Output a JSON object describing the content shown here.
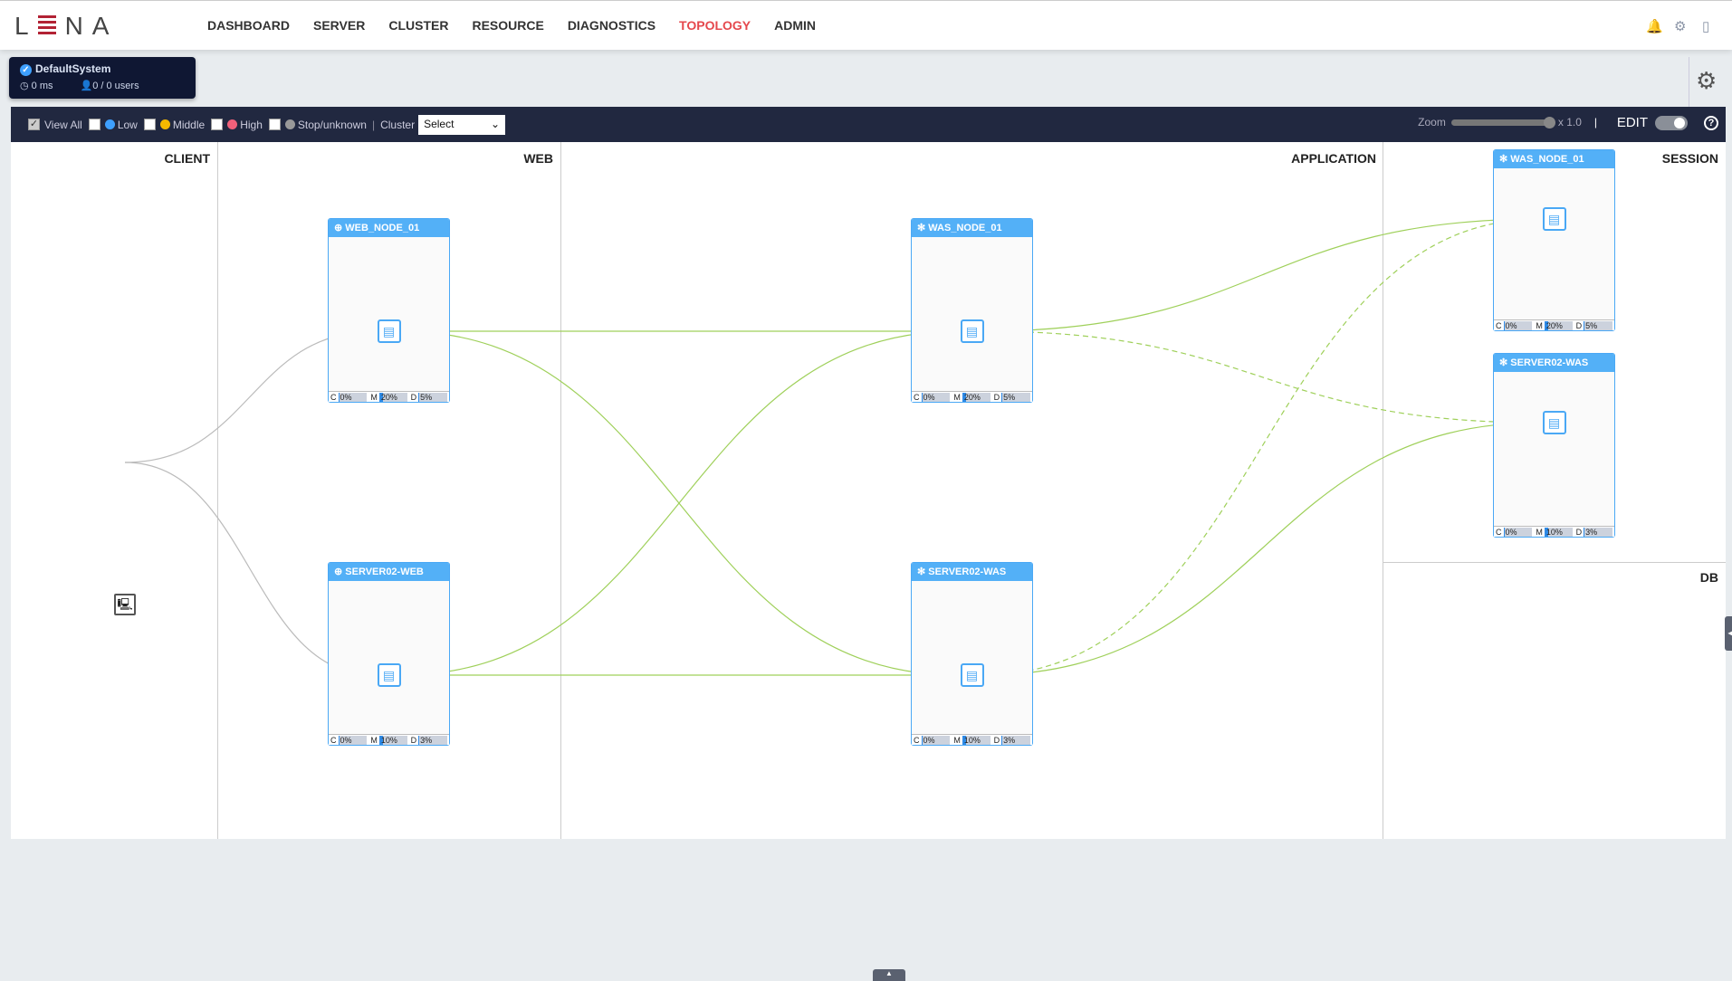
{
  "header": {
    "logo": "LENA",
    "nav": [
      "DASHBOARD",
      "SERVER",
      "CLUSTER",
      "RESOURCE",
      "DIAGNOSTICS",
      "TOPOLOGY",
      "ADMIN"
    ],
    "active": "TOPOLOGY",
    "icons": [
      "bell-icon",
      "gear-icon",
      "logout-icon"
    ]
  },
  "system": {
    "name": "DefaultSystem",
    "response": "0 ms",
    "users": "0 / 0 users"
  },
  "toolbar": {
    "view_all": "View All",
    "filters": [
      {
        "label": "Low",
        "color": "#3ea0ff"
      },
      {
        "label": "Middle",
        "color": "#f5b800"
      },
      {
        "label": "High",
        "color": "#f0607a"
      },
      {
        "label": "Stop/unknown",
        "color": "#999999"
      }
    ],
    "cluster_label": "Cluster",
    "cluster_value": "Select",
    "zoom_label": "Zoom",
    "zoom_value": "x 1.0",
    "edit_label": "EDIT",
    "edit_on": true,
    "help": "?"
  },
  "columns": {
    "client": "CLIENT",
    "web": "WEB",
    "application": "APPLICATION",
    "session": "SESSION",
    "db": "DB"
  },
  "nodes": [
    {
      "id": "web1",
      "name": "WEB_NODE_01",
      "type": "web",
      "cpu": "0%",
      "mem": "20%",
      "disk": "5%"
    },
    {
      "id": "web2",
      "name": "SERVER02-WEB",
      "type": "web",
      "cpu": "0%",
      "mem": "10%",
      "disk": "3%"
    },
    {
      "id": "was1",
      "name": "WAS_NODE_01",
      "type": "was",
      "cpu": "0%",
      "mem": "20%",
      "disk": "5%"
    },
    {
      "id": "was2",
      "name": "SERVER02-WAS",
      "type": "was",
      "cpu": "0%",
      "mem": "10%",
      "disk": "3%"
    },
    {
      "id": "ses1",
      "name": "WAS_NODE_01",
      "type": "session",
      "cpu": "0%",
      "mem": "20%",
      "disk": "5%"
    },
    {
      "id": "ses2",
      "name": "SERVER02-WAS",
      "type": "session",
      "cpu": "0%",
      "mem": "10%",
      "disk": "3%"
    }
  ],
  "metric_labels": {
    "cpu": "C",
    "mem": "M",
    "disk": "D"
  },
  "connections": [
    {
      "from": "client",
      "to": "web1",
      "style": "client"
    },
    {
      "from": "client",
      "to": "web2",
      "style": "client"
    },
    {
      "from": "web1",
      "to": "was1",
      "style": "solid"
    },
    {
      "from": "web1",
      "to": "was2",
      "style": "solid"
    },
    {
      "from": "web2",
      "to": "was1",
      "style": "solid"
    },
    {
      "from": "web2",
      "to": "was2",
      "style": "solid"
    },
    {
      "from": "was1",
      "to": "ses1",
      "style": "solid"
    },
    {
      "from": "was1",
      "to": "ses2",
      "style": "dashed"
    },
    {
      "from": "was2",
      "to": "ses1",
      "style": "dashed"
    },
    {
      "from": "was2",
      "to": "ses2",
      "style": "solid"
    }
  ],
  "colors": {
    "accent": "#53b0f7",
    "active_nav": "#e5484d",
    "link": "#9fd05a",
    "client_link": "#bbbbbb"
  }
}
